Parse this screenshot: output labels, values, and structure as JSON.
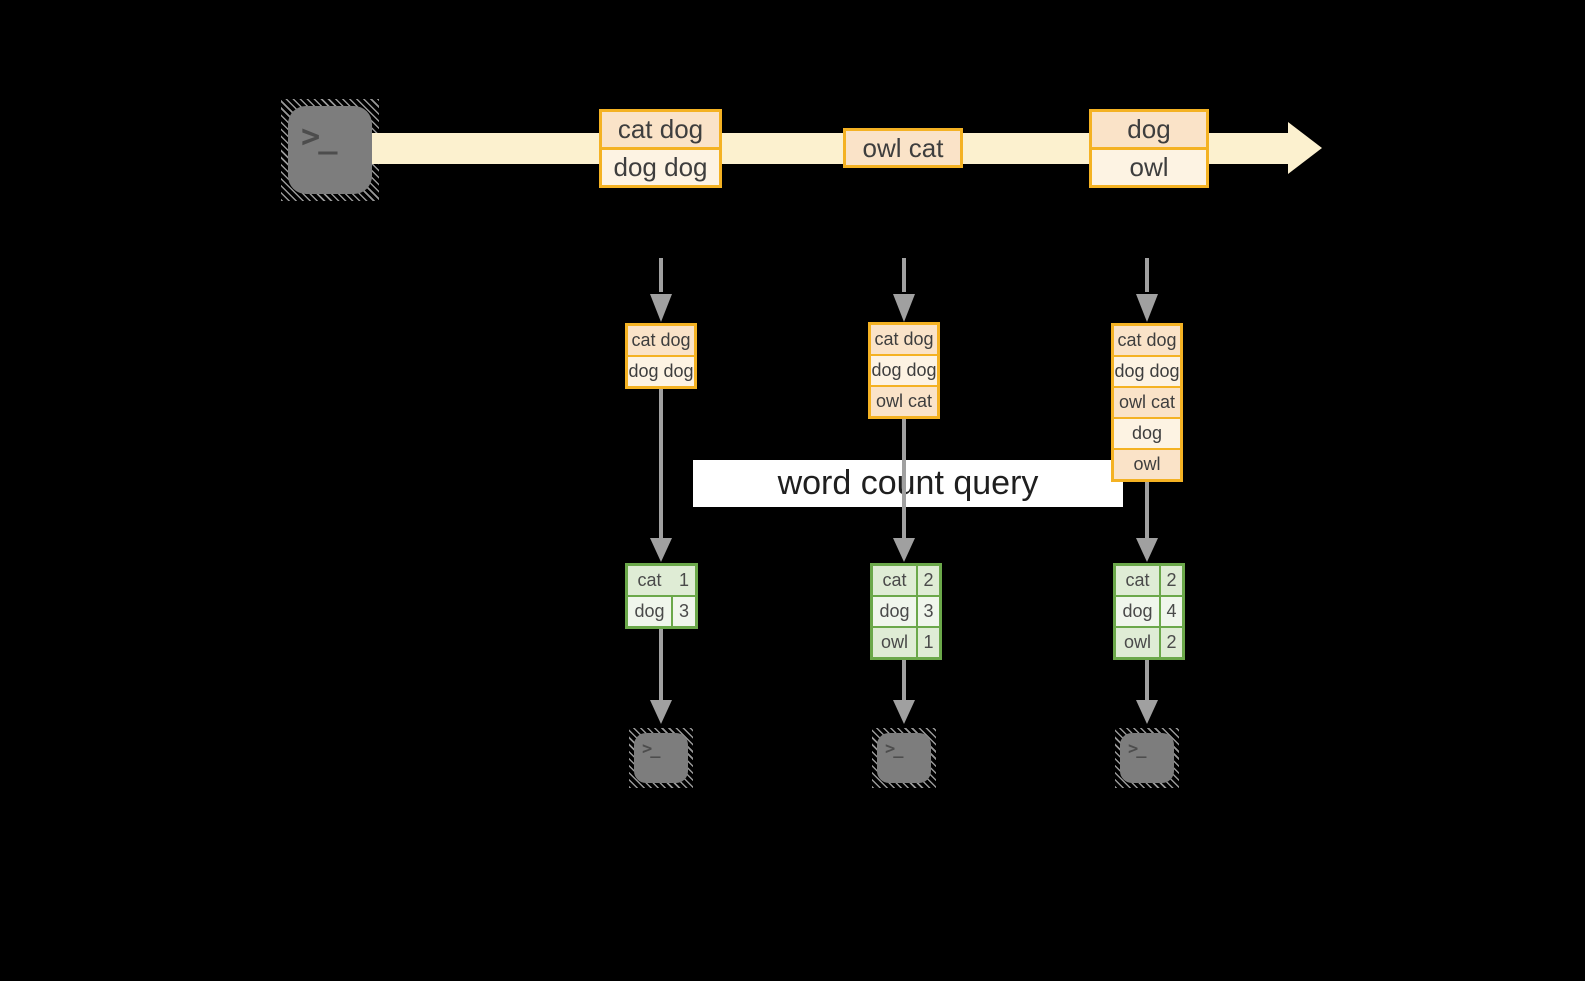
{
  "query_label": "word count query",
  "terminal_glyph": ">_",
  "stream": {
    "records": [
      {
        "lines": [
          "cat dog",
          "dog dog"
        ]
      },
      {
        "lines": [
          "owl cat"
        ]
      },
      {
        "lines": [
          "dog",
          "owl"
        ]
      }
    ]
  },
  "columns": [
    {
      "input_rows": [
        "cat dog",
        "dog dog"
      ],
      "result": [
        {
          "word": "cat",
          "count": "1"
        },
        {
          "word": "dog",
          "count": "3"
        }
      ]
    },
    {
      "input_rows": [
        "cat dog",
        "dog dog",
        "owl cat"
      ],
      "result": [
        {
          "word": "cat",
          "count": "2"
        },
        {
          "word": "dog",
          "count": "3"
        },
        {
          "word": "owl",
          "count": "1"
        }
      ]
    },
    {
      "input_rows": [
        "cat dog",
        "dog dog",
        "owl cat",
        "dog",
        "owl"
      ],
      "result": [
        {
          "word": "cat",
          "count": "2"
        },
        {
          "word": "dog",
          "count": "4"
        },
        {
          "word": "owl",
          "count": "2"
        }
      ]
    }
  ],
  "colors": {
    "background": "#000000",
    "stream_band": "#fcf1cf",
    "record_border": "#f4b223",
    "record_fill_dark": "#fae3c8",
    "record_fill_light": "#fdf3e3",
    "arrow_gray": "#a0a0a0",
    "table_border": "#6ba84a",
    "table_fill_dark": "#dfecd5",
    "table_fill_light": "#f0f6ec",
    "terminal_gray": "#7d7d7d",
    "text": "#3e3e3e"
  }
}
